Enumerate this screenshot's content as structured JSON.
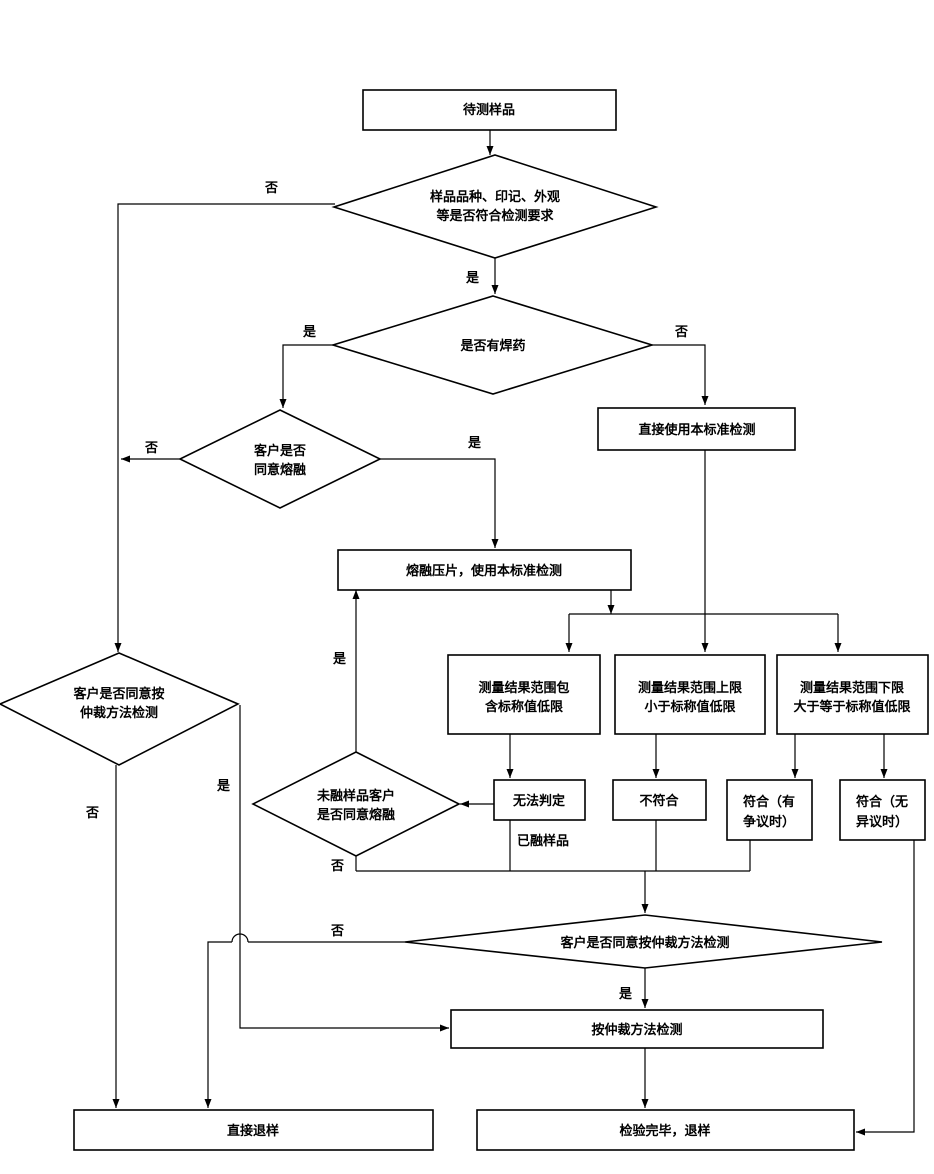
{
  "nodes": {
    "start": "待测样品",
    "check_appearance": [
      "样品品种、印记、外观",
      "等是否符合检测要求"
    ],
    "has_solder": "是否有焊药",
    "direct_use": "直接使用本标准检测",
    "agree_melt": [
      "客户是否",
      "同意熔融"
    ],
    "melt_press": "熔融压片，使用本标准检测",
    "agree_arbitration_left": [
      "客户是否同意按",
      "仲裁方法检测"
    ],
    "result_contains": [
      "测量结果范围包",
      "含标称值低限"
    ],
    "result_upper": [
      "测量结果范围上限",
      "小于标称值低限"
    ],
    "result_lower": [
      "测量结果范围下限",
      "大于等于标称值低限"
    ],
    "cannot_judge": "无法判定",
    "non_conform": "不符合",
    "conform_dispute": [
      "符合（有",
      "争议时）"
    ],
    "conform_no_dispute": [
      "符合（无",
      "异议时）"
    ],
    "unmelted_agree": [
      "未融样品客户",
      "是否同意熔融"
    ],
    "agree_arbitration_main": "客户是否同意按仲裁方法检测",
    "arbitration_test": "按仲裁方法检测",
    "return_direct": "直接退样",
    "finish_return": "检验完毕，退样"
  },
  "edge_labels": {
    "no_1": "否",
    "yes_1": "是",
    "yes_2": "是",
    "no_2": "否",
    "no_3": "否",
    "yes_3": "是",
    "yes_4": "是",
    "yes_5": "是",
    "no_4": "否",
    "melted_sample": "已融样品",
    "no_5": "否",
    "no_6": "否",
    "yes_6": "是"
  }
}
